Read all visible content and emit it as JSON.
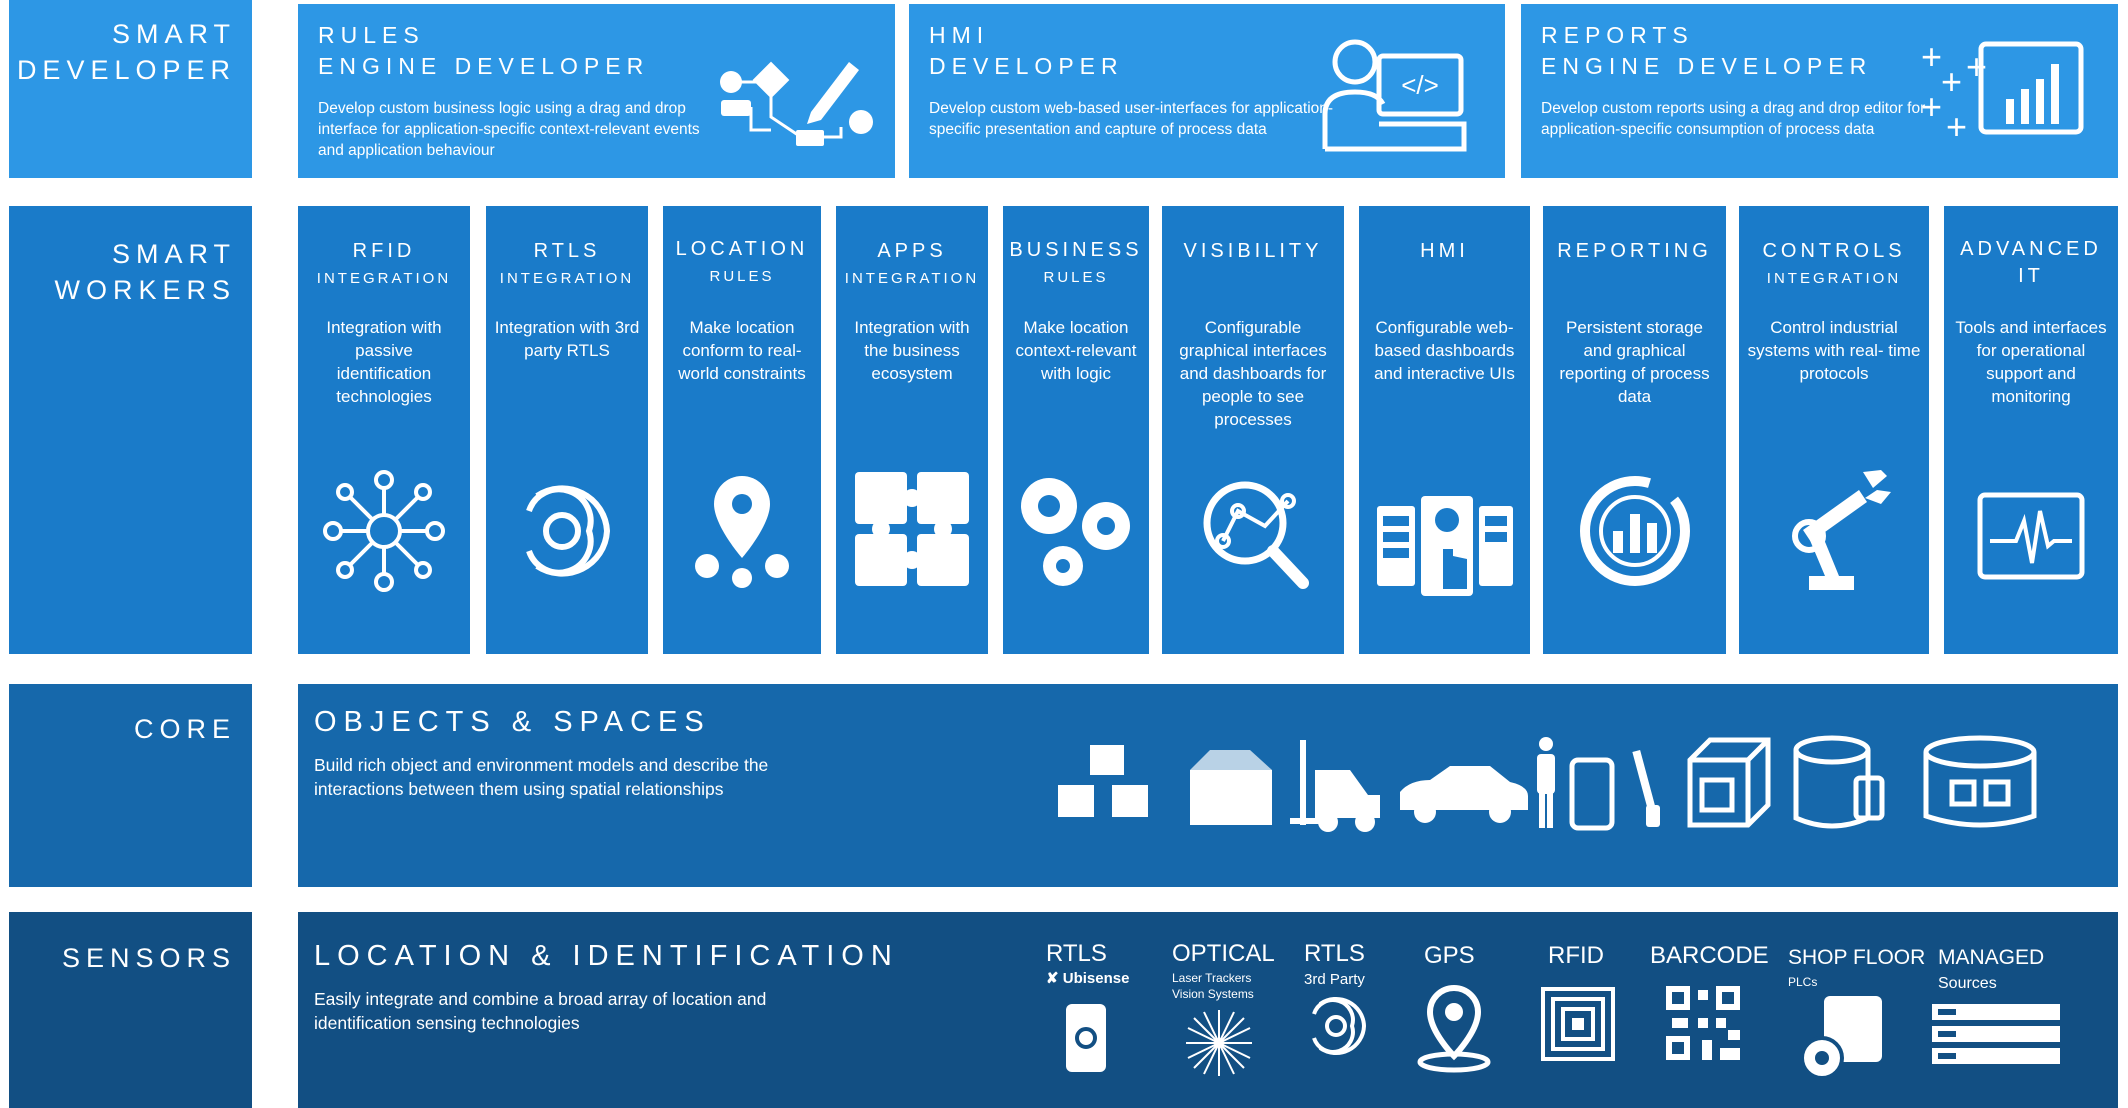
{
  "rows": {
    "smart_developer": "SMART\nDEVELOPER",
    "smart_workers": "SMART\nWORKERS",
    "core": "CORE",
    "sensors": "SENSORS"
  },
  "developer_panels": [
    {
      "title": "RULES\nENGINE DEVELOPER",
      "desc": "Develop custom business logic using a drag and drop interface for application-specific context-relevant events and application behaviour"
    },
    {
      "title": "HMI\nDEVELOPER",
      "desc": "Develop custom web-based user-interfaces for application-specific presentation and capture of process data"
    },
    {
      "title": "REPORTS\nENGINE DEVELOPER",
      "desc": "Develop custom reports using a drag and drop editor for application-specific consumption of process data"
    }
  ],
  "worker_cards": [
    {
      "title": "RFID",
      "sub": "INTEGRATION",
      "desc": "Integration with passive identification technologies"
    },
    {
      "title": "RTLS",
      "sub": "INTEGRATION",
      "desc": "Integration with 3rd party RTLS"
    },
    {
      "title": "LOCATION",
      "sub": "RULES",
      "desc": "Make location conform to real-world constraints"
    },
    {
      "title": "APPS",
      "sub": "INTEGRATION",
      "desc": "Integration with the business ecosystem"
    },
    {
      "title": "BUSINESS",
      "sub": "RULES",
      "desc": "Make location context-relevant with logic"
    },
    {
      "title": "VISIBILITY",
      "sub": "",
      "desc": "Configurable graphical interfaces and dashboards for people to see processes"
    },
    {
      "title": "HMI",
      "sub": "",
      "desc": "Configurable web-based dashboards and interactive UIs"
    },
    {
      "title": "REPORTING",
      "sub": "",
      "desc": "Persistent storage and graphical reporting of process data"
    },
    {
      "title": "CONTROLS",
      "sub": "INTEGRATION",
      "desc": "Control industrial systems with real- time protocols"
    },
    {
      "title": "ADVANCED",
      "sub": "IT",
      "desc": "Tools and interfaces for operational support and monitoring"
    }
  ],
  "core": {
    "title": "OBJECTS & SPACES",
    "desc": "Build rich object and environment models and describe the interactions between them using spatial relationships"
  },
  "sensors": {
    "title": "LOCATION & IDENTIFICATION",
    "desc": "Easily integrate and combine a broad array of location and identification sensing technologies",
    "items": [
      {
        "title": "RTLS",
        "sub": "Ubisense"
      },
      {
        "title": "OPTICAL",
        "sub": "Laser Trackers\nVision Systems"
      },
      {
        "title": "RTLS",
        "sub": "3rd Party"
      },
      {
        "title": "GPS",
        "sub": ""
      },
      {
        "title": "RFID",
        "sub": ""
      },
      {
        "title": "BARCODE",
        "sub": ""
      },
      {
        "title": "SHOP FLOOR",
        "sub": "PLCs"
      },
      {
        "title": "MANAGED",
        "sub": "Sources"
      }
    ]
  },
  "colors": {
    "developer": "#2d97e5",
    "workers": "#1a7bc9",
    "core": "#1668ab",
    "sensors": "#124f83"
  }
}
